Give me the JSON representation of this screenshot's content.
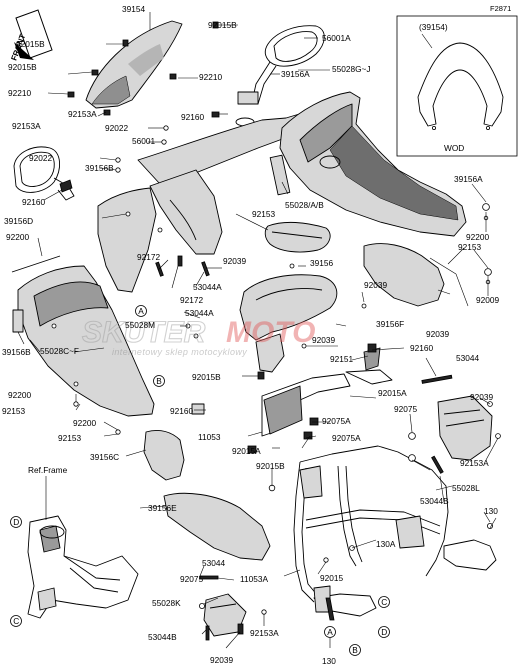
{
  "figure_id": "F2871",
  "front_marker": "FRONT",
  "inset": {
    "ref": "(39154)",
    "variant": "WOD"
  },
  "ref_frame_label": "Ref.Frame",
  "watermark": {
    "brand_left": "SKUTER",
    "brand_right": "MOTO",
    "url": "internetowy sklep motocyklowy"
  },
  "callouts": [
    {
      "id": "A",
      "label": "A"
    },
    {
      "id": "B",
      "label": "B"
    },
    {
      "id": "C",
      "label": "C"
    },
    {
      "id": "D",
      "label": "D"
    }
  ],
  "labels": [
    "39154",
    "92015B",
    "56001A",
    "92015B",
    "39156A",
    "55028G~J",
    "92210",
    "92015B",
    "92210",
    "92160",
    "92153A",
    "92022",
    "56001",
    "92153A",
    "92022",
    "39156B",
    "92160",
    "55028/A/B",
    "39156D",
    "92200",
    "92153",
    "39156A",
    "92200",
    "92153",
    "92009",
    "92039",
    "39156",
    "92172",
    "53044A",
    "92039",
    "92172",
    "53044A",
    "55028M",
    "39156F",
    "92039",
    "92039",
    "92160",
    "39156B",
    "55028C~F",
    "92151",
    "53044",
    "92015B",
    "92015A",
    "92200",
    "92153",
    "92160",
    "92075A",
    "92039",
    "92075",
    "92153A",
    "92200",
    "92153",
    "11053",
    "92075A",
    "92015A",
    "39156C",
    "55028L",
    "92015B",
    "53044B",
    "39156E",
    "130",
    "130A",
    "53044",
    "92075",
    "11053A",
    "92015",
    "55028K",
    "92153A",
    "53044B",
    "92039",
    "130"
  ]
}
